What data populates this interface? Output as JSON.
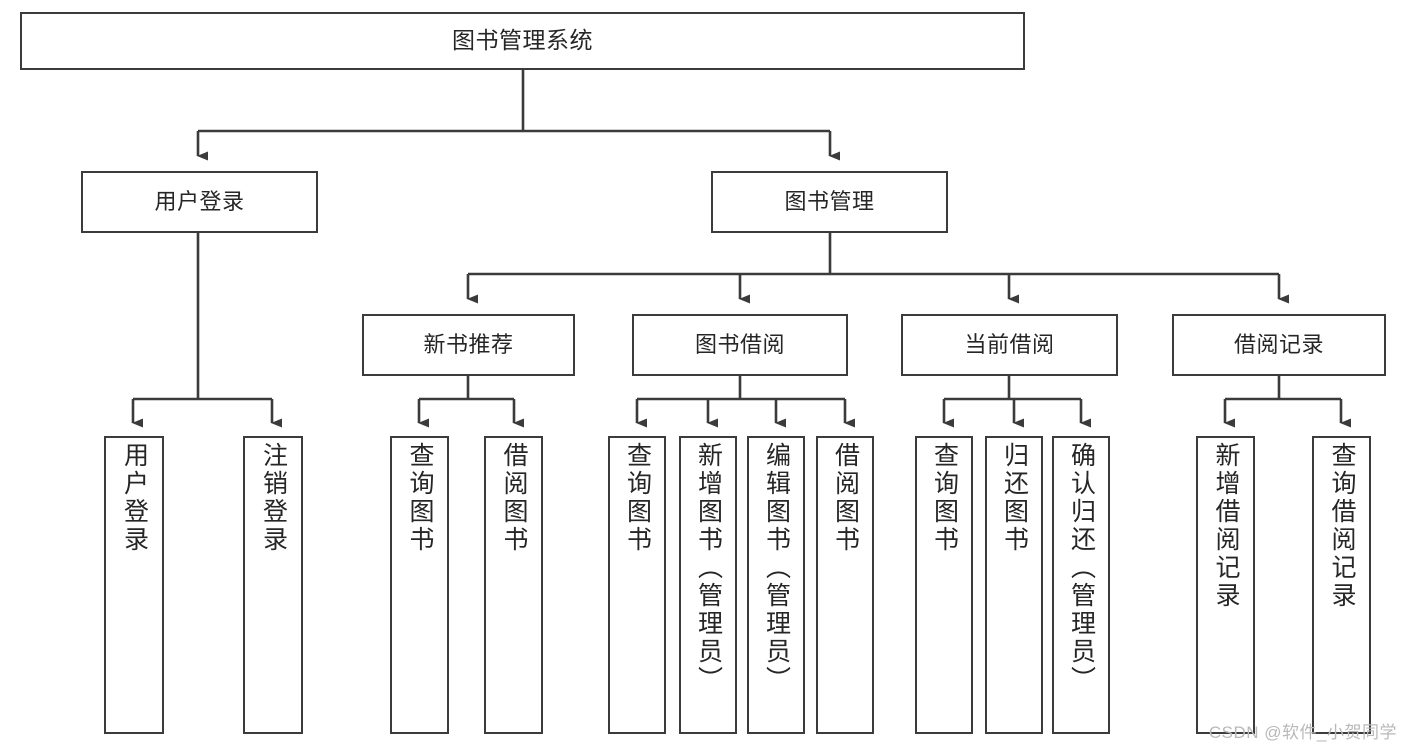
{
  "diagram": {
    "title": "图书管理系统",
    "type": "tree",
    "watermark": "CSDN @软件_小贺同学",
    "colors": {
      "box_border": "#3b3b3b",
      "box_fill": "#ffffff",
      "edge": "#3b3b3b",
      "text": "#262626",
      "watermark": "#b9b9b9",
      "background": "#ffffff"
    },
    "nodes": {
      "root": {
        "label": "图书管理系统"
      },
      "level1": [
        {
          "label": "用户登录"
        },
        {
          "label": "图书管理"
        }
      ],
      "level2": [
        {
          "label": "新书推荐"
        },
        {
          "label": "图书借阅"
        },
        {
          "label": "当前借阅"
        },
        {
          "label": "借阅记录"
        }
      ],
      "leaves": {
        "user_login": [
          {
            "label": "用户登录"
          },
          {
            "label": "注销登录"
          }
        ],
        "new_book_recommend": [
          {
            "label": "查询图书"
          },
          {
            "label": "借阅图书"
          }
        ],
        "book_borrow": [
          {
            "label": "查询图书"
          },
          {
            "label": "新增图书（管理员）"
          },
          {
            "label": "编辑图书（管理员）"
          },
          {
            "label": "借阅图书"
          }
        ],
        "current_borrow": [
          {
            "label": "查询图书"
          },
          {
            "label": "归还图书"
          },
          {
            "label": "确认归还（管理员）"
          }
        ],
        "borrow_record": [
          {
            "label": "新增借阅记录"
          },
          {
            "label": "查询借阅记录"
          }
        ]
      }
    }
  }
}
